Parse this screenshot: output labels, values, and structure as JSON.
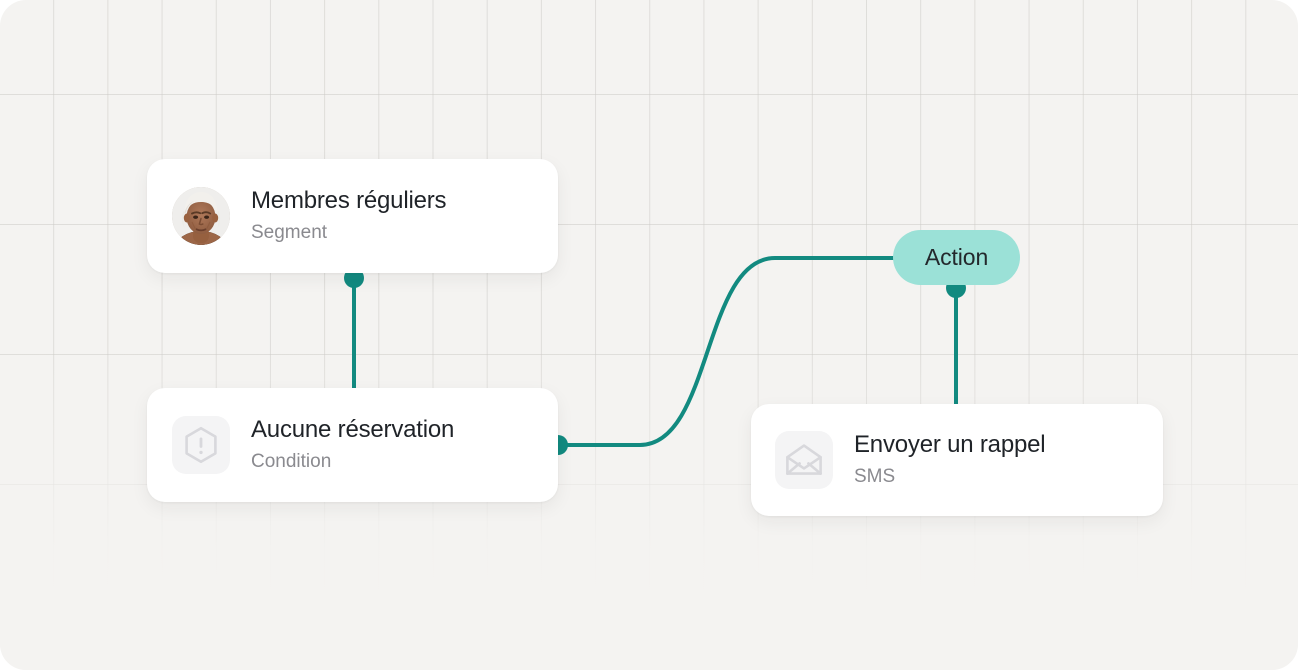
{
  "canvas": {
    "background_color": "#f4f3f1",
    "grid_line_color": "#cdcbc7",
    "accent_color": "#128a80",
    "pill_color": "#9be1d7"
  },
  "nodes": [
    {
      "id": "segment",
      "title": "Membres réguliers",
      "subtitle": "Segment",
      "icon": "avatar-photo"
    },
    {
      "id": "condition",
      "title": "Aucune réservation",
      "subtitle": "Condition",
      "icon": "hexagon-alert-icon"
    },
    {
      "id": "sms",
      "title": "Envoyer un rappel",
      "subtitle": "SMS",
      "icon": "open-envelope-icon"
    }
  ],
  "pill": {
    "label": "Action"
  },
  "connectors": [
    {
      "id": "segment-to-condition",
      "from": "segment",
      "to": "condition"
    },
    {
      "id": "condition-to-action",
      "from": "condition",
      "to": "action"
    },
    {
      "id": "action-to-sms",
      "from": "action",
      "to": "sms"
    }
  ]
}
